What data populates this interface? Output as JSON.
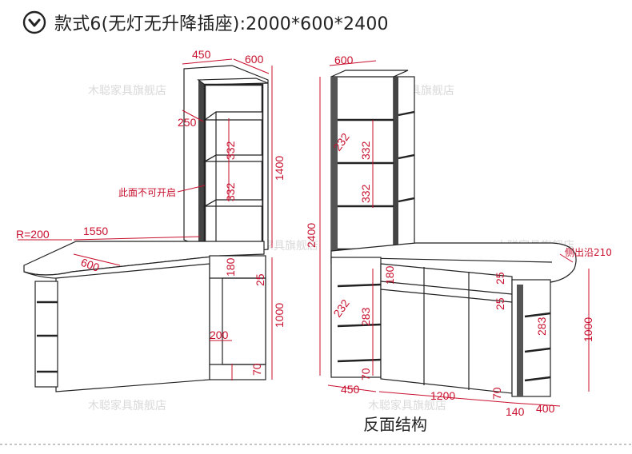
{
  "header": {
    "title": "款式6(无灯无升降插座):2000*600*2400",
    "icon": "chevron-down-circle-icon"
  },
  "watermark": "木聪家具旗舰店",
  "caption": "反面结构",
  "notes": {
    "no_open_side": "此面不可开启",
    "side_extension": "侧出沿210"
  },
  "left_dims": {
    "top_depth": "450",
    "top_width": "600",
    "slant": "250",
    "shelf_a": "332",
    "shelf_b": "332",
    "upper_height": "1400",
    "radius": "R=200",
    "counter_length": "1550",
    "counter_depth": "600",
    "d180": "180",
    "d25": "25",
    "lower_height": "1000",
    "d200": "200",
    "d70": "70"
  },
  "right_dims": {
    "top_depth": "600",
    "total_height": "2400",
    "d232_top": "232",
    "shelf_a": "332",
    "shelf_b": "332",
    "d180": "180",
    "d25_a": "25",
    "d25_b": "25",
    "d232_bottom": "232",
    "d283_left": "283",
    "d70_left": "70",
    "d450": "450",
    "d1200": "1200",
    "d70_right": "70",
    "d140": "140",
    "d400": "400",
    "d283_right": "283",
    "lower_height": "1000"
  }
}
